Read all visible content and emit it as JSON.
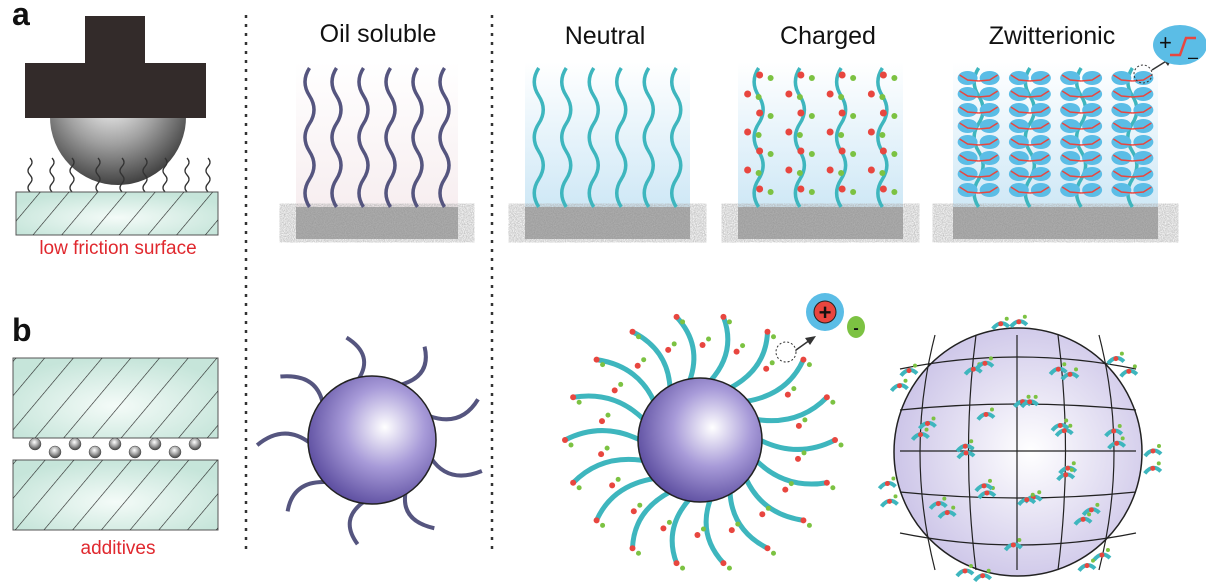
{
  "panels": {
    "a": {
      "letter": "a",
      "caption": "low friction surface"
    },
    "b": {
      "letter": "b",
      "caption": "additives"
    }
  },
  "columns": [
    {
      "title": "Oil soluble"
    },
    {
      "title": "Neutral"
    },
    {
      "title": "Charged"
    },
    {
      "title": "Zwitterionic"
    }
  ],
  "insets": {
    "zwitterionic_plus": "+",
    "zwitterionic_minus": "–",
    "charged_plus": "+",
    "charged_minus": "-"
  },
  "colors": {
    "caption_red": "#e0282e",
    "oil_chain": "#55557f",
    "hydrophilic_chain": "#3eb6be",
    "ion_blue": "#5bbde6",
    "positive_red": "#e8463f",
    "negative_green": "#7cc242",
    "substrate_green": "#cfe9df",
    "sphere_purple": "#7a6fc0"
  }
}
